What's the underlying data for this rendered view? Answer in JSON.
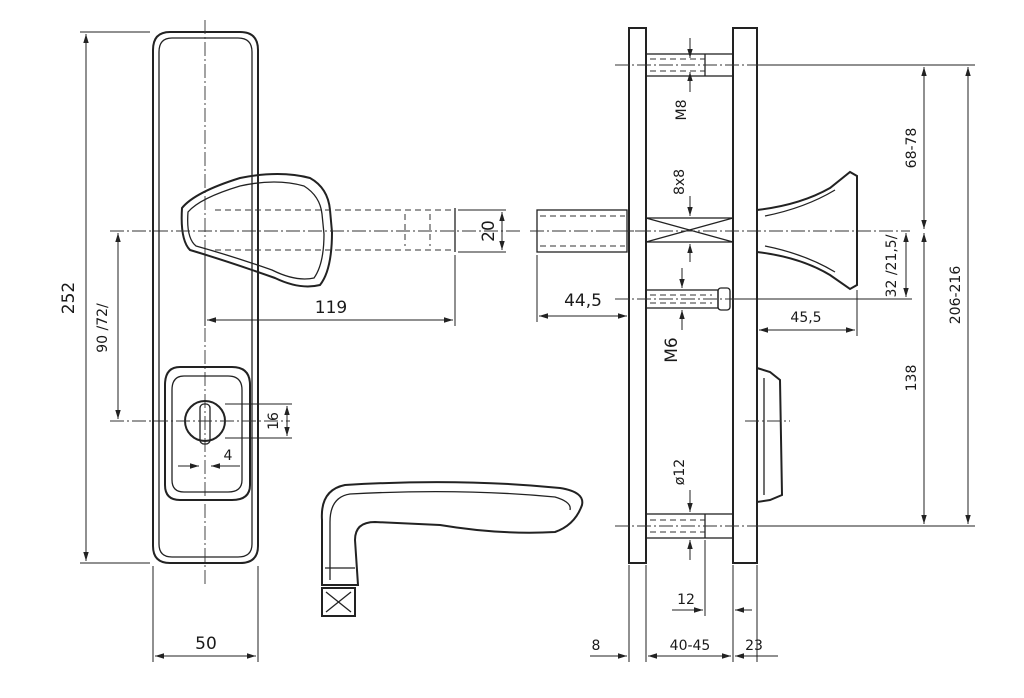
{
  "dimensions": {
    "overall_height": "252",
    "spindle_to_cylinder": "90 /72/",
    "plate_width": "50",
    "handle_length": "119",
    "spindle_square": "20",
    "cylinder_hole": "16",
    "cylinder_offset": "4",
    "spindle_protrusion": "44,5",
    "bolt_m8": "M8",
    "spindle_8x8": "8x8",
    "screw_m6": "M6",
    "pin_d12": "ø12",
    "knob_depth": "45,5",
    "offset_32": "32 /21,5/",
    "span_68_78": "68-78",
    "span_138": "138",
    "span_206_216": "206-216",
    "plate_thickness_outer": "8",
    "door_thickness": "40-45",
    "plate_thickness_inner": "23",
    "pin_length": "12"
  }
}
